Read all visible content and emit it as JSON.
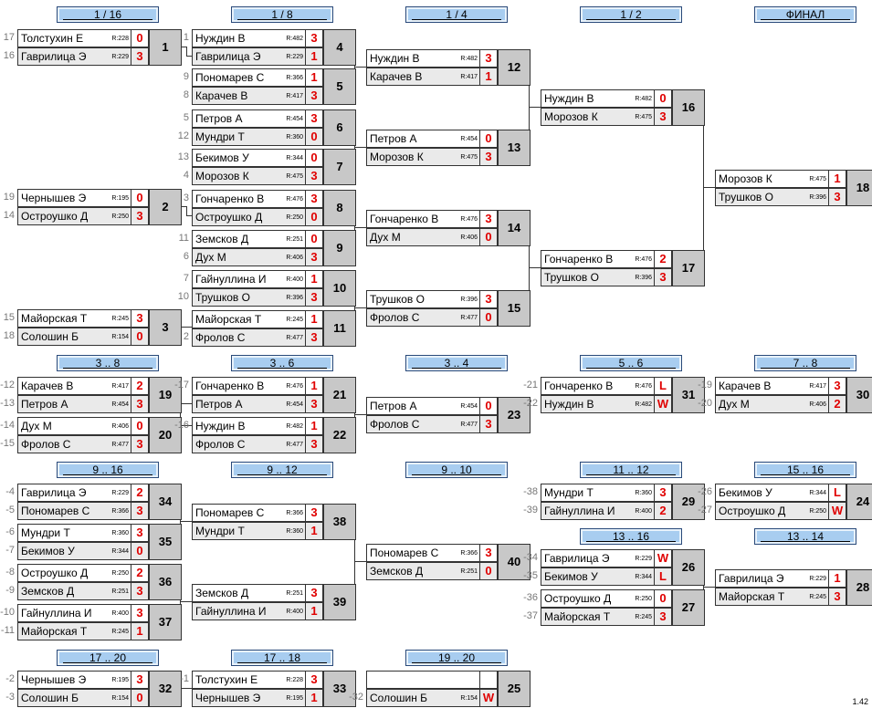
{
  "headers": [
    "1 / 16",
    "1 / 8",
    "1 / 4",
    "1 / 2",
    "ФИНАЛ",
    "3 .. 8",
    "3 .. 6",
    "3 .. 4",
    "5 .. 6",
    "7 .. 8",
    "9 .. 16",
    "9 .. 12",
    "9 .. 10",
    "11 .. 12",
    "15 .. 16",
    "13 .. 16",
    "13 .. 14",
    "17 .. 20",
    "17 .. 18",
    "19 .. 20"
  ],
  "matches": [
    {
      "n": "1",
      "a": {
        "s": "17",
        "name": "Толстухин Е",
        "r": "R:228",
        "sc": "0"
      },
      "b": {
        "s": "16",
        "name": "Гаврилица Э",
        "r": "R:229",
        "sc": "3"
      }
    },
    {
      "n": "2",
      "a": {
        "s": "19",
        "name": "Чернышев Э",
        "r": "R:195",
        "sc": "0"
      },
      "b": {
        "s": "14",
        "name": "Остроушко Д",
        "r": "R:250",
        "sc": "3"
      }
    },
    {
      "n": "3",
      "a": {
        "s": "15",
        "name": "Майорская Т",
        "r": "R:245",
        "sc": "3"
      },
      "b": {
        "s": "18",
        "name": "Солошин Б",
        "r": "R:154",
        "sc": "0"
      }
    },
    {
      "n": "4",
      "a": {
        "s": "1",
        "name": "Нуждин В",
        "r": "R:482",
        "sc": "3"
      },
      "b": {
        "s": "",
        "name": "Гаврилица Э",
        "r": "R:229",
        "sc": "1"
      }
    },
    {
      "n": "5",
      "a": {
        "s": "9",
        "name": "Пономарев С",
        "r": "R:366",
        "sc": "1"
      },
      "b": {
        "s": "8",
        "name": "Карачев В",
        "r": "R:417",
        "sc": "3"
      }
    },
    {
      "n": "6",
      "a": {
        "s": "5",
        "name": "Петров А",
        "r": "R:454",
        "sc": "3"
      },
      "b": {
        "s": "12",
        "name": "Мундри Т",
        "r": "R:360",
        "sc": "0"
      }
    },
    {
      "n": "7",
      "a": {
        "s": "13",
        "name": "Бекимов У",
        "r": "R:344",
        "sc": "0"
      },
      "b": {
        "s": "4",
        "name": "Морозов К",
        "r": "R:475",
        "sc": "3"
      }
    },
    {
      "n": "8",
      "a": {
        "s": "3",
        "name": "Гончаренко В",
        "r": "R:476",
        "sc": "3"
      },
      "b": {
        "s": "",
        "name": "Остроушко Д",
        "r": "R:250",
        "sc": "0"
      }
    },
    {
      "n": "9",
      "a": {
        "s": "11",
        "name": "Земсков Д",
        "r": "R:251",
        "sc": "0"
      },
      "b": {
        "s": "6",
        "name": "Дух М",
        "r": "R:406",
        "sc": "3"
      }
    },
    {
      "n": "10",
      "a": {
        "s": "7",
        "name": "Гайнуллина И",
        "r": "R:400",
        "sc": "1"
      },
      "b": {
        "s": "10",
        "name": "Трушков О",
        "r": "R:396",
        "sc": "3"
      }
    },
    {
      "n": "11",
      "a": {
        "s": "",
        "name": "Майорская Т",
        "r": "R:245",
        "sc": "1"
      },
      "b": {
        "s": "2",
        "name": "Фролов С",
        "r": "R:477",
        "sc": "3"
      }
    },
    {
      "n": "12",
      "a": {
        "s": "",
        "name": "Нуждин В",
        "r": "R:482",
        "sc": "3"
      },
      "b": {
        "s": "",
        "name": "Карачев В",
        "r": "R:417",
        "sc": "1"
      }
    },
    {
      "n": "13",
      "a": {
        "s": "",
        "name": "Петров А",
        "r": "R:454",
        "sc": "0"
      },
      "b": {
        "s": "",
        "name": "Морозов К",
        "r": "R:475",
        "sc": "3"
      }
    },
    {
      "n": "14",
      "a": {
        "s": "",
        "name": "Гончаренко В",
        "r": "R:476",
        "sc": "3"
      },
      "b": {
        "s": "",
        "name": "Дух М",
        "r": "R:406",
        "sc": "0"
      }
    },
    {
      "n": "15",
      "a": {
        "s": "",
        "name": "Трушков О",
        "r": "R:396",
        "sc": "3"
      },
      "b": {
        "s": "",
        "name": "Фролов С",
        "r": "R:477",
        "sc": "0"
      }
    },
    {
      "n": "16",
      "a": {
        "s": "",
        "name": "Нуждин В",
        "r": "R:482",
        "sc": "0"
      },
      "b": {
        "s": "",
        "name": "Морозов К",
        "r": "R:475",
        "sc": "3"
      }
    },
    {
      "n": "17",
      "a": {
        "s": "",
        "name": "Гончаренко В",
        "r": "R:476",
        "sc": "2"
      },
      "b": {
        "s": "",
        "name": "Трушков О",
        "r": "R:396",
        "sc": "3"
      }
    },
    {
      "n": "18",
      "a": {
        "s": "",
        "name": "Морозов К",
        "r": "R:475",
        "sc": "1"
      },
      "b": {
        "s": "",
        "name": "Трушков О",
        "r": "R:396",
        "sc": "3"
      }
    },
    {
      "n": "19",
      "a": {
        "s": "-12",
        "name": "Карачев В",
        "r": "R:417",
        "sc": "2"
      },
      "b": {
        "s": "-13",
        "name": "Петров А",
        "r": "R:454",
        "sc": "3"
      }
    },
    {
      "n": "20",
      "a": {
        "s": "-14",
        "name": "Дух М",
        "r": "R:406",
        "sc": "0"
      },
      "b": {
        "s": "-15",
        "name": "Фролов С",
        "r": "R:477",
        "sc": "3"
      }
    },
    {
      "n": "21",
      "a": {
        "s": "-17",
        "name": "Гончаренко В",
        "r": "R:476",
        "sc": "1"
      },
      "b": {
        "s": "",
        "name": "Петров А",
        "r": "R:454",
        "sc": "3"
      }
    },
    {
      "n": "22",
      "a": {
        "s": "-16",
        "name": "Нуждин В",
        "r": "R:482",
        "sc": "1"
      },
      "b": {
        "s": "",
        "name": "Фролов С",
        "r": "R:477",
        "sc": "3"
      }
    },
    {
      "n": "23",
      "a": {
        "s": "",
        "name": "Петров А",
        "r": "R:454",
        "sc": "0"
      },
      "b": {
        "s": "",
        "name": "Фролов С",
        "r": "R:477",
        "sc": "3"
      }
    },
    {
      "n": "31",
      "a": {
        "s": "-21",
        "name": "Гончаренко В",
        "r": "R:476",
        "sc": "L"
      },
      "b": {
        "s": "-22",
        "name": "Нуждин В",
        "r": "R:482",
        "sc": "W"
      }
    },
    {
      "n": "30",
      "a": {
        "s": "-19",
        "name": "Карачев В",
        "r": "R:417",
        "sc": "3"
      },
      "b": {
        "s": "-20",
        "name": "Дух М",
        "r": "R:406",
        "sc": "2"
      }
    },
    {
      "n": "34",
      "a": {
        "s": "-4",
        "name": "Гаврилица Э",
        "r": "R:229",
        "sc": "2"
      },
      "b": {
        "s": "-5",
        "name": "Пономарев С",
        "r": "R:366",
        "sc": "3"
      }
    },
    {
      "n": "35",
      "a": {
        "s": "-6",
        "name": "Мундри Т",
        "r": "R:360",
        "sc": "3"
      },
      "b": {
        "s": "-7",
        "name": "Бекимов У",
        "r": "R:344",
        "sc": "0"
      }
    },
    {
      "n": "36",
      "a": {
        "s": "-8",
        "name": "Остроушко Д",
        "r": "R:250",
        "sc": "2"
      },
      "b": {
        "s": "-9",
        "name": "Земсков Д",
        "r": "R:251",
        "sc": "3"
      }
    },
    {
      "n": "37",
      "a": {
        "s": "-10",
        "name": "Гайнуллина И",
        "r": "R:400",
        "sc": "3"
      },
      "b": {
        "s": "-11",
        "name": "Майорская Т",
        "r": "R:245",
        "sc": "1"
      }
    },
    {
      "n": "38",
      "a": {
        "s": "",
        "name": "Пономарев С",
        "r": "R:366",
        "sc": "3"
      },
      "b": {
        "s": "",
        "name": "Мундри Т",
        "r": "R:360",
        "sc": "1"
      }
    },
    {
      "n": "39",
      "a": {
        "s": "",
        "name": "Земсков Д",
        "r": "R:251",
        "sc": "3"
      },
      "b": {
        "s": "",
        "name": "Гайнуллина И",
        "r": "R:400",
        "sc": "1"
      }
    },
    {
      "n": "40",
      "a": {
        "s": "",
        "name": "Пономарев С",
        "r": "R:366",
        "sc": "3"
      },
      "b": {
        "s": "",
        "name": "Земсков Д",
        "r": "R:251",
        "sc": "0"
      }
    },
    {
      "n": "29",
      "a": {
        "s": "-38",
        "name": "Мундри Т",
        "r": "R:360",
        "sc": "3"
      },
      "b": {
        "s": "-39",
        "name": "Гайнуллина И",
        "r": "R:400",
        "sc": "2"
      }
    },
    {
      "n": "24",
      "a": {
        "s": "-26",
        "name": "Бекимов У",
        "r": "R:344",
        "sc": "L"
      },
      "b": {
        "s": "-27",
        "name": "Остроушко Д",
        "r": "R:250",
        "sc": "W"
      }
    },
    {
      "n": "26",
      "a": {
        "s": "-34",
        "name": "Гаврилица Э",
        "r": "R:229",
        "sc": "W"
      },
      "b": {
        "s": "-35",
        "name": "Бекимов У",
        "r": "R:344",
        "sc": "L"
      }
    },
    {
      "n": "27",
      "a": {
        "s": "-36",
        "name": "Остроушко Д",
        "r": "R:250",
        "sc": "0"
      },
      "b": {
        "s": "-37",
        "name": "Майорская Т",
        "r": "R:245",
        "sc": "3"
      }
    },
    {
      "n": "28",
      "a": {
        "s": "",
        "name": "Гаврилица Э",
        "r": "R:229",
        "sc": "1"
      },
      "b": {
        "s": "",
        "name": "Майорская Т",
        "r": "R:245",
        "sc": "3"
      }
    },
    {
      "n": "32",
      "a": {
        "s": "-2",
        "name": "Чернышев Э",
        "r": "R:195",
        "sc": "3"
      },
      "b": {
        "s": "-3",
        "name": "Солошин Б",
        "r": "R:154",
        "sc": "0"
      }
    },
    {
      "n": "33",
      "a": {
        "s": "-1",
        "name": "Толстухин Е",
        "r": "R:228",
        "sc": "3"
      },
      "b": {
        "s": "",
        "name": "Чернышев Э",
        "r": "R:195",
        "sc": "1"
      }
    },
    {
      "n": "25",
      "a": {
        "s": "",
        "name": "",
        "r": "",
        "sc": ""
      },
      "b": {
        "s": "-32",
        "name": "Солошин Б",
        "r": "R:154",
        "sc": "W"
      }
    }
  ],
  "version": "1.42"
}
